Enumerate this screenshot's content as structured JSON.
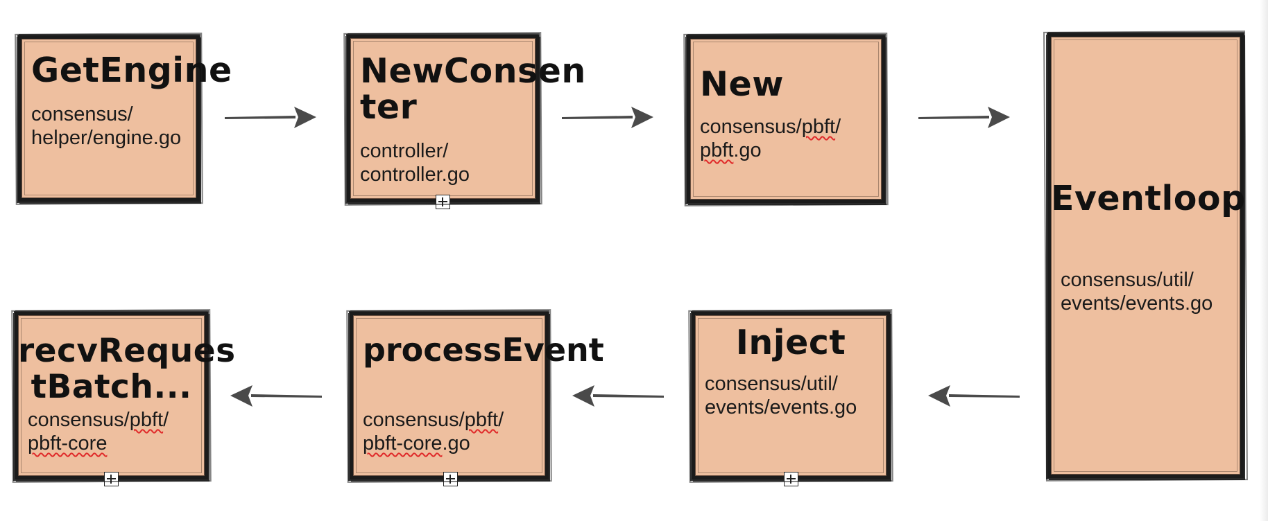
{
  "nodes": {
    "getengine": {
      "title": "GetEngine",
      "path_lines": [
        "consensus/",
        "helper/engine.go"
      ]
    },
    "newconsenter": {
      "title_lines": [
        "NewConsen",
        "ter"
      ],
      "path_lines": [
        "controller/",
        "controller.go"
      ]
    },
    "new": {
      "title": "New",
      "path_prefix": "consensus/",
      "path_word": "pbft",
      "path_suffix": "/",
      "path_line2_word": "pbft",
      "path_line2_suffix": ".go"
    },
    "eventloop": {
      "title": "Eventloop",
      "path_lines": [
        "consensus/util/",
        "events/events.go"
      ]
    },
    "inject": {
      "title": "Inject",
      "path_lines": [
        "consensus/util/",
        "events/events.go"
      ]
    },
    "processevent": {
      "title": "processEvent",
      "path_prefix": "consensus/",
      "path_word": "pbft",
      "path_suffix": "/",
      "path_line2_word": "pbft-core",
      "path_line2_suffix": ".go"
    },
    "recvrequestbatch": {
      "title_lines": [
        "recvReques",
        "tBatch..."
      ],
      "path_prefix": "consensus/",
      "path_word": "pbft",
      "path_suffix": "/",
      "path_line2_word": "pbft-core",
      "path_line2_suffix": ""
    }
  },
  "colors": {
    "card_fill": "#EEBF9F",
    "card_border": "#1b1b1b",
    "arrow": "#4a4a4a",
    "spellcheck": "#e02a2a"
  },
  "icons": {
    "expand": "plus-square-icon",
    "flow_arrow": "arrow-icon"
  }
}
